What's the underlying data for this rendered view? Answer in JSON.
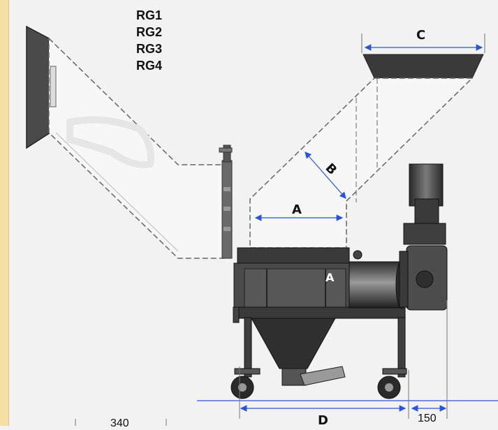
{
  "models": [
    "RG1",
    "RG2",
    "RG3",
    "RG4"
  ],
  "dimensions": {
    "a_top": "A",
    "a_body": "A",
    "b": "B",
    "c": "C",
    "d": "D",
    "side_value": "150",
    "left_value": "340"
  },
  "colors": {
    "accent_line": "#2a55d8",
    "machine_dark": "#3a3a3a",
    "chute_fill": "#f7f7f7",
    "background": "#f2f2f2",
    "border": "#f6dfa4"
  }
}
